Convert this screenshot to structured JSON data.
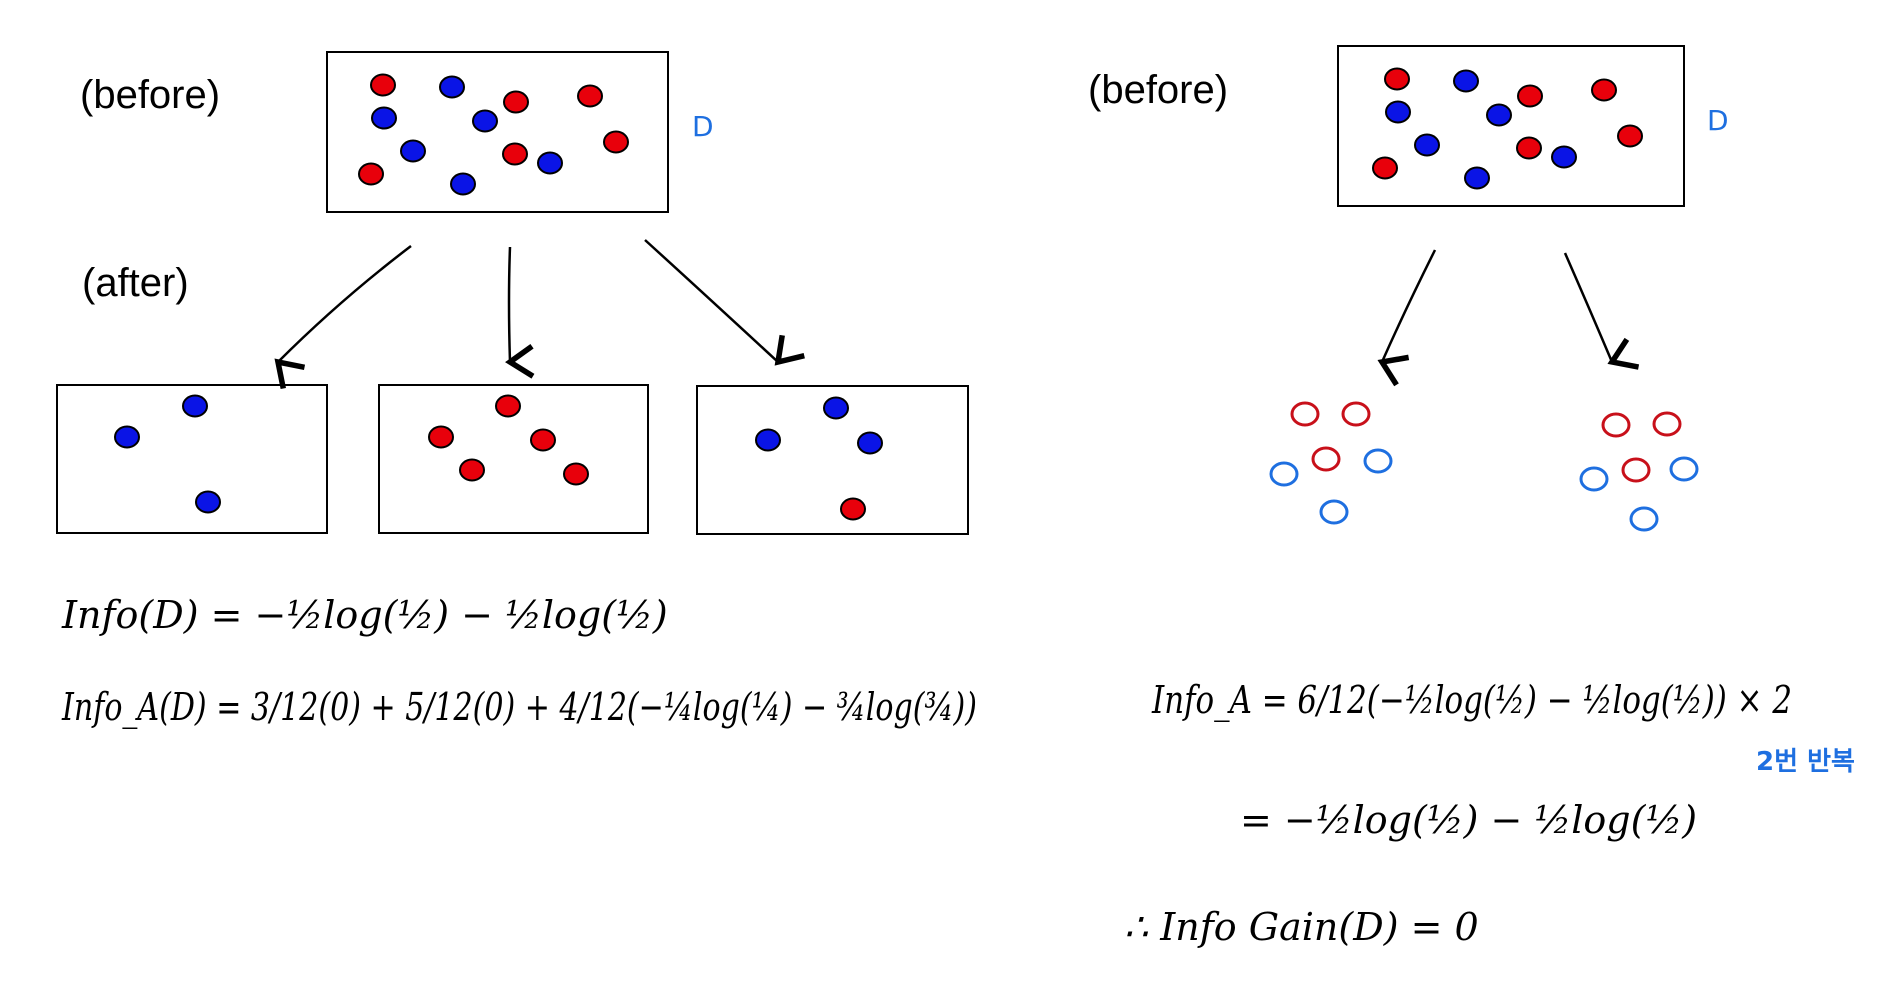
{
  "left": {
    "before_label": "(before)",
    "after_label": "(after)",
    "dataset_label": "D",
    "formula_info": "Info(D) = −½log(½) − ½log(½)",
    "formula_info_a": "Info_A(D) = 3/12(0) + 5/12(0) + 4/12(−¼log(¼) − ¾log(¾))"
  },
  "right": {
    "before_label": "(before)",
    "dataset_label": "D",
    "formula_info_a": "Info_A = 6/12(−½log(½) − ½log(½)) × 2",
    "repeat_note": "2번 반복",
    "formula_eq": "= −½log(½) − ½log(½)",
    "formula_gain": "∴ Info Gain(D) = 0"
  },
  "colors": {
    "red": "#e8000b",
    "blue": "#0a14e6",
    "hand_red": "#c8101a",
    "hand_blue": "#1e6fe0",
    "ink": "#000000"
  }
}
